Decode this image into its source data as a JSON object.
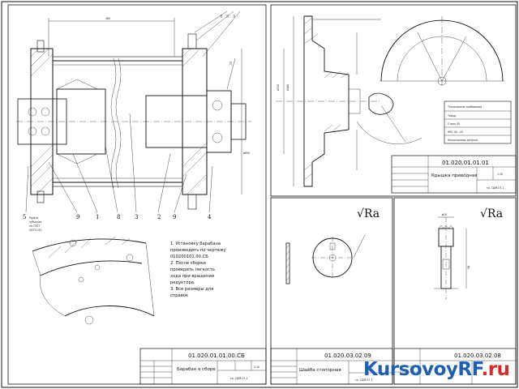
{
  "watermark": {
    "left": "KursovoyRF",
    "right": ".ru"
  },
  "sheets": {
    "assembly": {
      "code": "01.020.01.01.00.СБ",
      "title": "Барабан в сборе",
      "scale": "1:10",
      "org": "гр. СДМ-07-1",
      "notes": [
        "1. Установку барабана",
        "производить по чертежу",
        "010200101.00.СБ",
        "2. После сборки",
        "проверить легкость",
        "хода при вращении",
        "редуктора.",
        "3. Все размеры для",
        "справок"
      ],
      "side_note": [
        "Муфта",
        "зубчатая",
        "по ГОСТ",
        "50371-92"
      ],
      "callouts": [
        "5",
        "9",
        "1",
        "8",
        "3",
        "2",
        "9",
        "4"
      ],
      "top_callouts": [
        "10",
        "11",
        "12",
        "13"
      ]
    },
    "cover": {
      "code": "01.020.01.01.01",
      "title": "Крышка приводная",
      "scale": "1:10",
      "org": "гр. СДМ-07-1",
      "req_title": "Технические требования",
      "req": [
        "Твёрд.",
        "Сталь 45",
        "HRC 40...45",
        "Неуказанные допуски"
      ]
    },
    "washer": {
      "code": "01.020.03.02.09",
      "title": "Шайба стопорная",
      "org": "гр. СДМ-07-1",
      "roughness": "√Ra"
    },
    "axle": {
      "code": "01.020.03.02.08",
      "title": "",
      "org": "",
      "roughness": "√Ra"
    }
  }
}
